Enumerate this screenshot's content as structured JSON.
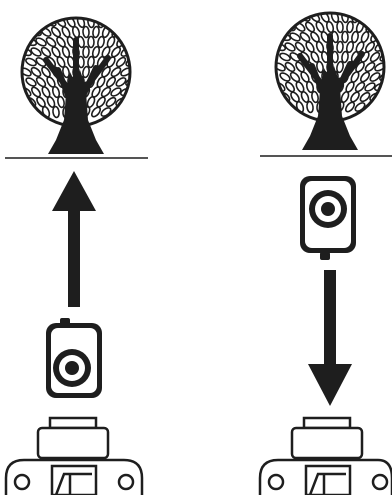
{
  "colors": {
    "ink": "#1e1e1e",
    "background": "#ffffff",
    "ground_line": "#555555"
  },
  "panels": [
    {
      "id": "left",
      "icons": [
        "tree-icon",
        "ground-line",
        "arrow-up-icon",
        "camera-icon",
        "tripod-head-icon"
      ],
      "arrow_direction": "up"
    },
    {
      "id": "right",
      "icons": [
        "tree-icon",
        "ground-line",
        "camera-icon",
        "arrow-down-icon",
        "tripod-head-icon"
      ],
      "arrow_direction": "down"
    }
  ]
}
